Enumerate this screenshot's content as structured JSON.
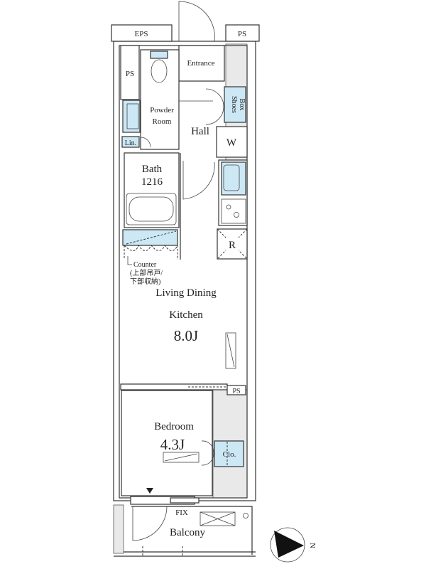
{
  "floorplan": {
    "labels": {
      "eps": "EPS",
      "ps_top": "PS",
      "ps_left": "PS",
      "entrance": "Entrance",
      "shoes_box_line1": "Shoes",
      "shoes_box_line2": "Box",
      "powder_room_line1": "Powder",
      "powder_room_line2": "Room",
      "hall": "Hall",
      "washer": "W",
      "linen": "Lin.",
      "bath": "Bath",
      "bath_size": "1216",
      "refrigerator": "R",
      "counter": "Counter",
      "counter_note1": "(上部吊戸/",
      "counter_note2": "下部収納)",
      "ldk_line1": "Living Dining",
      "ldk_line2": "Kitchen",
      "ldk_size": "8.0J",
      "ps_mid": "PS",
      "bedroom": "Bedroom",
      "bedroom_size": "4.3J",
      "closet": "Clo.",
      "fix": "FIX",
      "balcony": "Balcony",
      "north": "N"
    },
    "colors": {
      "storage_fill": "#cde8f5",
      "shaft_fill": "#e9e9e9",
      "line": "#333333"
    }
  }
}
